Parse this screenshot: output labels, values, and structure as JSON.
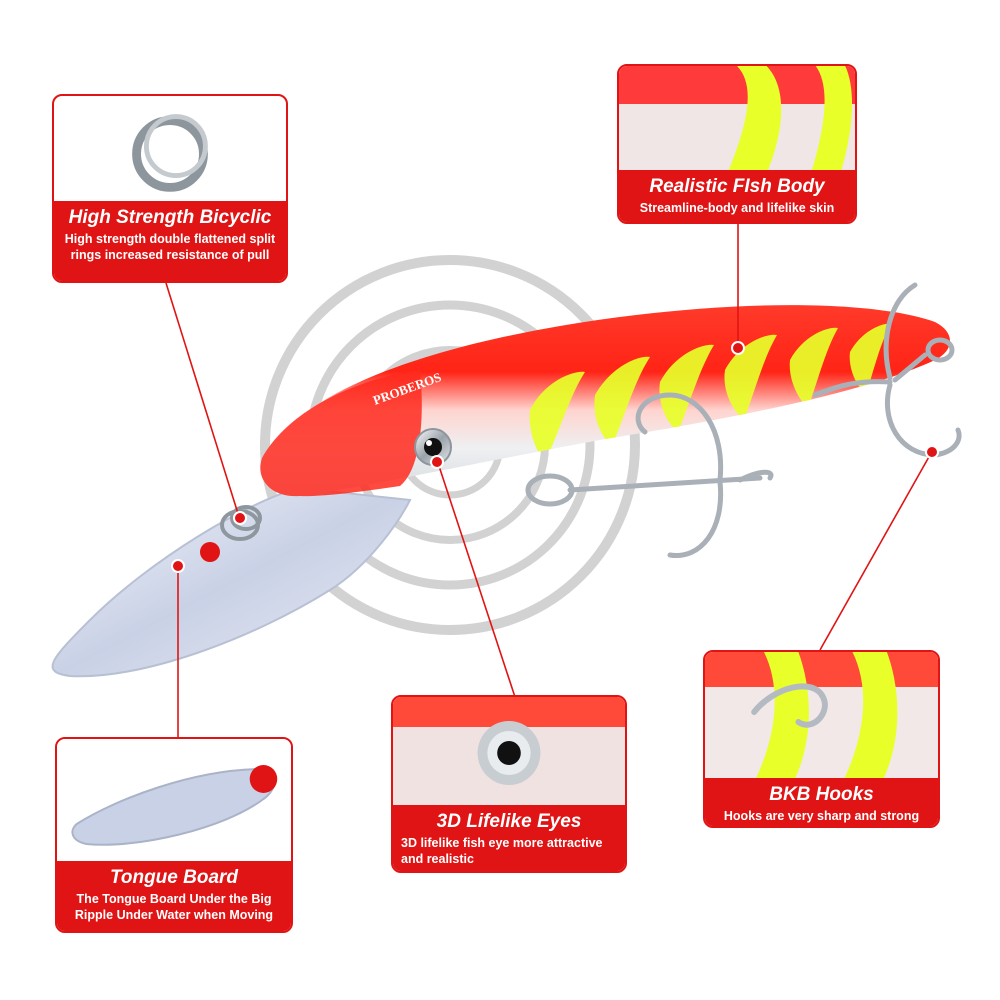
{
  "brand": "PROBEROS",
  "colors": {
    "accent": "#e01414",
    "body_red": "#ff2a1f",
    "stripe": "#e8ff2a",
    "belly": "#f0f2f4"
  },
  "callouts": {
    "ring": {
      "title": "High Strength Bicyclic",
      "desc": "High strength double flattened split rings increased resistance of pull",
      "icon": "split-ring-icon"
    },
    "body": {
      "title": "Realistic FIsh Body",
      "desc": "Streamline-body and lifelike skin"
    },
    "hooks": {
      "title": "BKB Hooks",
      "desc": "Hooks are very sharp and strong"
    },
    "eyes": {
      "title": "3D Lifelike  Eyes",
      "desc": "3D lifelike fish eye more attractive and realistic"
    },
    "tongue": {
      "title": "Tongue Board",
      "desc": "The Tongue Board Under the Big Ripple Under Water when Moving"
    }
  }
}
